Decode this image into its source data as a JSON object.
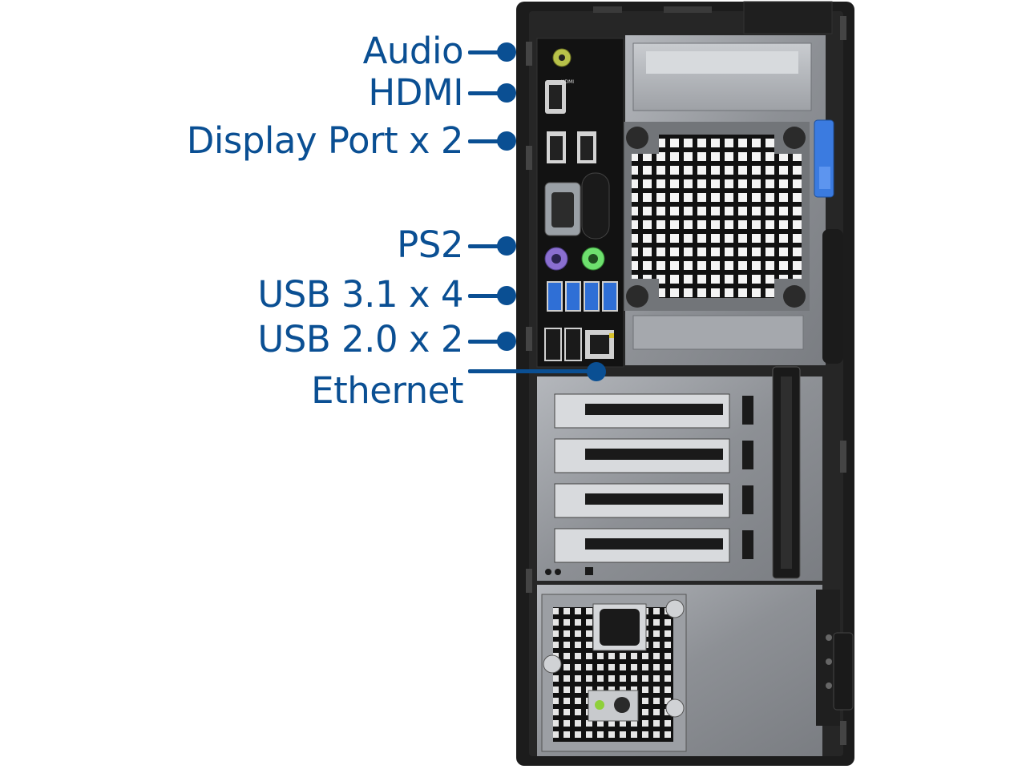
{
  "callouts": [
    {
      "id": "audio",
      "label": "Audio"
    },
    {
      "id": "hdmi",
      "label": "HDMI"
    },
    {
      "id": "displayport",
      "label": "Display Port x 2"
    },
    {
      "id": "ps2",
      "label": "PS2"
    },
    {
      "id": "usb31",
      "label": "USB 3.1 x 4"
    },
    {
      "id": "usb20",
      "label": "USB 2.0 x 2"
    },
    {
      "id": "ethernet",
      "label": "Ethernet"
    }
  ],
  "colors": {
    "callout": "#0a4f93",
    "chassis": "#1b1b1b",
    "panel": "#8e9196",
    "usb3": "#2f6fd6",
    "ps2_mouse": "#6ee06e",
    "ps2_kb": "#8a6fd0",
    "latch": "#3b7be0"
  },
  "port_marks": {
    "hdmi": "HDMI"
  }
}
